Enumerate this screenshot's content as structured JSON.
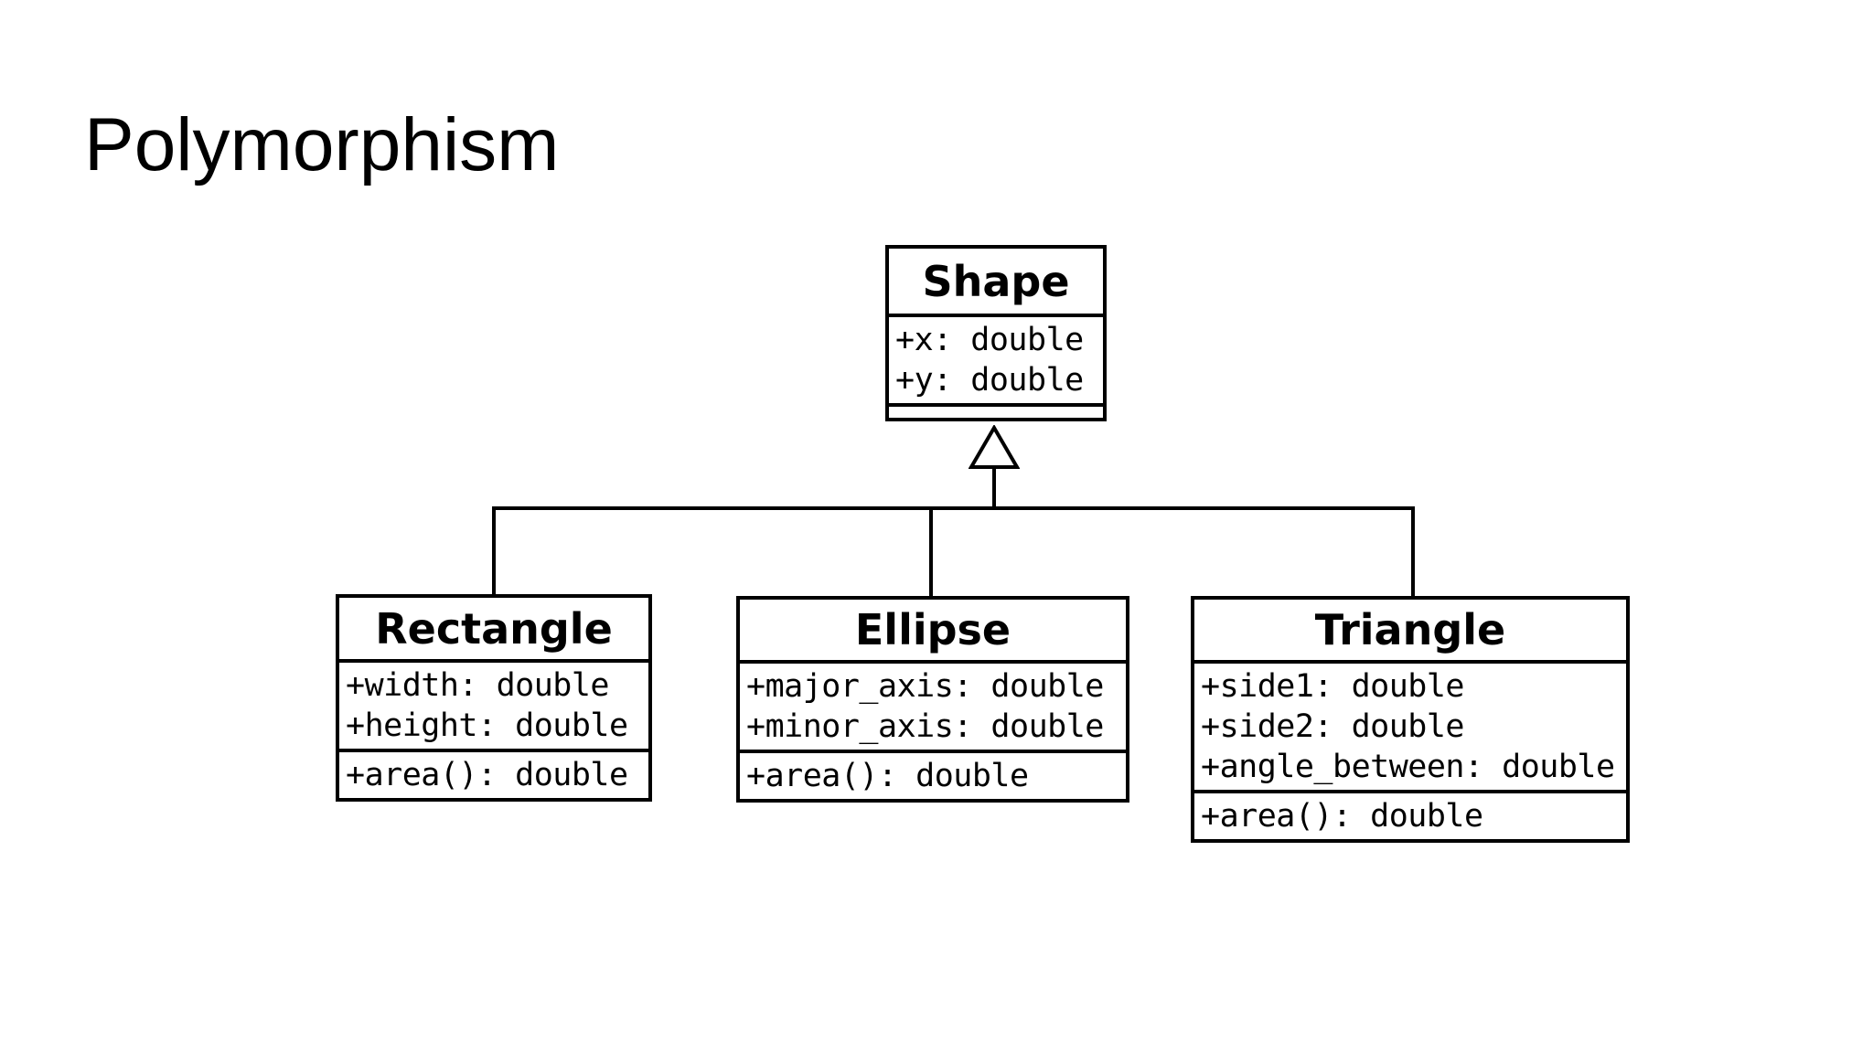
{
  "page": {
    "title": "Polymorphism"
  },
  "diagram": {
    "type": "uml-class-diagram",
    "classes": [
      {
        "name": "Shape",
        "attributes": [
          "+x: double",
          "+y: double"
        ],
        "methods": []
      },
      {
        "name": "Rectangle",
        "attributes": [
          "+width: double",
          "+height: double"
        ],
        "methods": [
          "+area(): double"
        ]
      },
      {
        "name": "Ellipse",
        "attributes": [
          "+major_axis: double",
          "+minor_axis: double"
        ],
        "methods": [
          "+area(): double"
        ]
      },
      {
        "name": "Triangle",
        "attributes": [
          "+side1: double",
          "+side2: double",
          "+angle_between: double"
        ],
        "methods": [
          "+area(): double"
        ]
      }
    ],
    "relations": [
      {
        "from": "Rectangle",
        "to": "Shape",
        "type": "generalization"
      },
      {
        "from": "Ellipse",
        "to": "Shape",
        "type": "generalization"
      },
      {
        "from": "Triangle",
        "to": "Shape",
        "type": "generalization"
      }
    ],
    "colors": {
      "line": "#000000",
      "box_fill": "#ffffff",
      "text": "#000000",
      "background": "#ffffff"
    }
  }
}
